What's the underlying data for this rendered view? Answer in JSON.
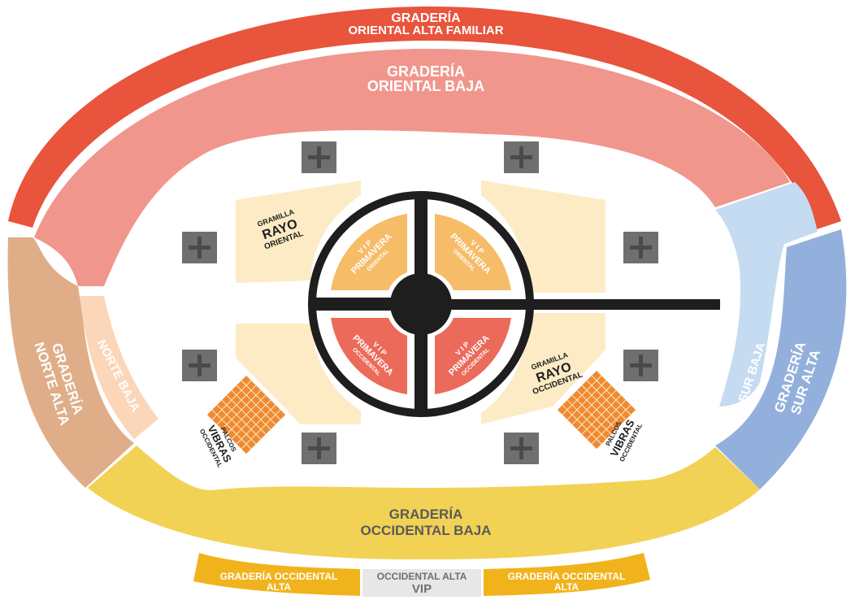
{
  "sections": {
    "oriental_alta": {
      "line1": "GRADERÍA",
      "line2": "ORIENTAL ALTA FAMILIAR",
      "color": "#E8543C"
    },
    "oriental_baja": {
      "line1": "GRADERÍA",
      "line2": "ORIENTAL BAJA",
      "color": "#F1968C"
    },
    "norte_alta": {
      "line1": "GRADERÍA",
      "line2": "NORTE ALTA",
      "color": "#DFAE88"
    },
    "norte_baja": {
      "label": "NORTE BAJA",
      "color": "#FBD6B9"
    },
    "sur_baja": {
      "label": "SUR BAJA",
      "color": "#C5DBF1"
    },
    "sur_alta": {
      "line1": "GRADERÍA",
      "line2": "SUR ALTA",
      "color": "#93B0DC"
    },
    "occidental_baja": {
      "line1": "GRADERÍA",
      "line2": "OCCIDENTAL BAJA",
      "color": "#F2D254"
    },
    "occidental_alta_left": {
      "line1": "GRADERÍA OCCIDENTAL",
      "line2": "ALTA",
      "color": "#F1B31C"
    },
    "occidental_alta_vip": {
      "line1": "OCCIDENTAL ALTA",
      "line2": "VIP",
      "color": "#E7E7E7"
    },
    "occidental_alta_right": {
      "line1": "GRADERÍA OCCIDENTAL",
      "line2": "ALTA",
      "color": "#F1B31C"
    },
    "gramilla_oriental": {
      "line1": "GRAMILLA",
      "line2": "RAYO",
      "line3": "ORIENTAL",
      "color": "#FCEBC4"
    },
    "gramilla_occidental": {
      "line1": "GRAMILLA",
      "line2": "RAYO",
      "line3": "OCCIDENTAL",
      "color": "#FCEBC4"
    },
    "vip_top_left": {
      "line1": "V I P",
      "line2": "PRIMAVERA",
      "line3": "ORIENTAL",
      "color": "#F6BC68"
    },
    "vip_top_right": {
      "line1": "V I P",
      "line2": "PRIMAVERA",
      "line3": "ORIENTAL",
      "color": "#F6BC68"
    },
    "vip_bottom_left": {
      "line1": "V I P",
      "line2": "PRIMAVERA",
      "line3": "OCCIDENTAL",
      "color": "#EC6A5A"
    },
    "vip_bottom_right": {
      "line1": "V I P",
      "line2": "PRIMAVERA",
      "line3": "OCCIDENTAL",
      "color": "#EC6A5A"
    },
    "palcos_left": {
      "line1": "PALCOS",
      "line2": "VIBRAS",
      "line3": "OCCIDENTAL",
      "color": "#F08A32"
    },
    "palcos_right": {
      "line1": "PALCOS",
      "line2": "VIBRAS",
      "line3": "OCCIDENTAL",
      "color": "#F08A32"
    }
  },
  "colors": {
    "stage": "#1E1E1E",
    "first_aid": "#6F6F6F",
    "label_light": "#FFFFFF",
    "label_dark": "#5A5A5A",
    "label_black": "#1E1E1E"
  },
  "icons": {
    "first_aid": "cross-icon"
  }
}
